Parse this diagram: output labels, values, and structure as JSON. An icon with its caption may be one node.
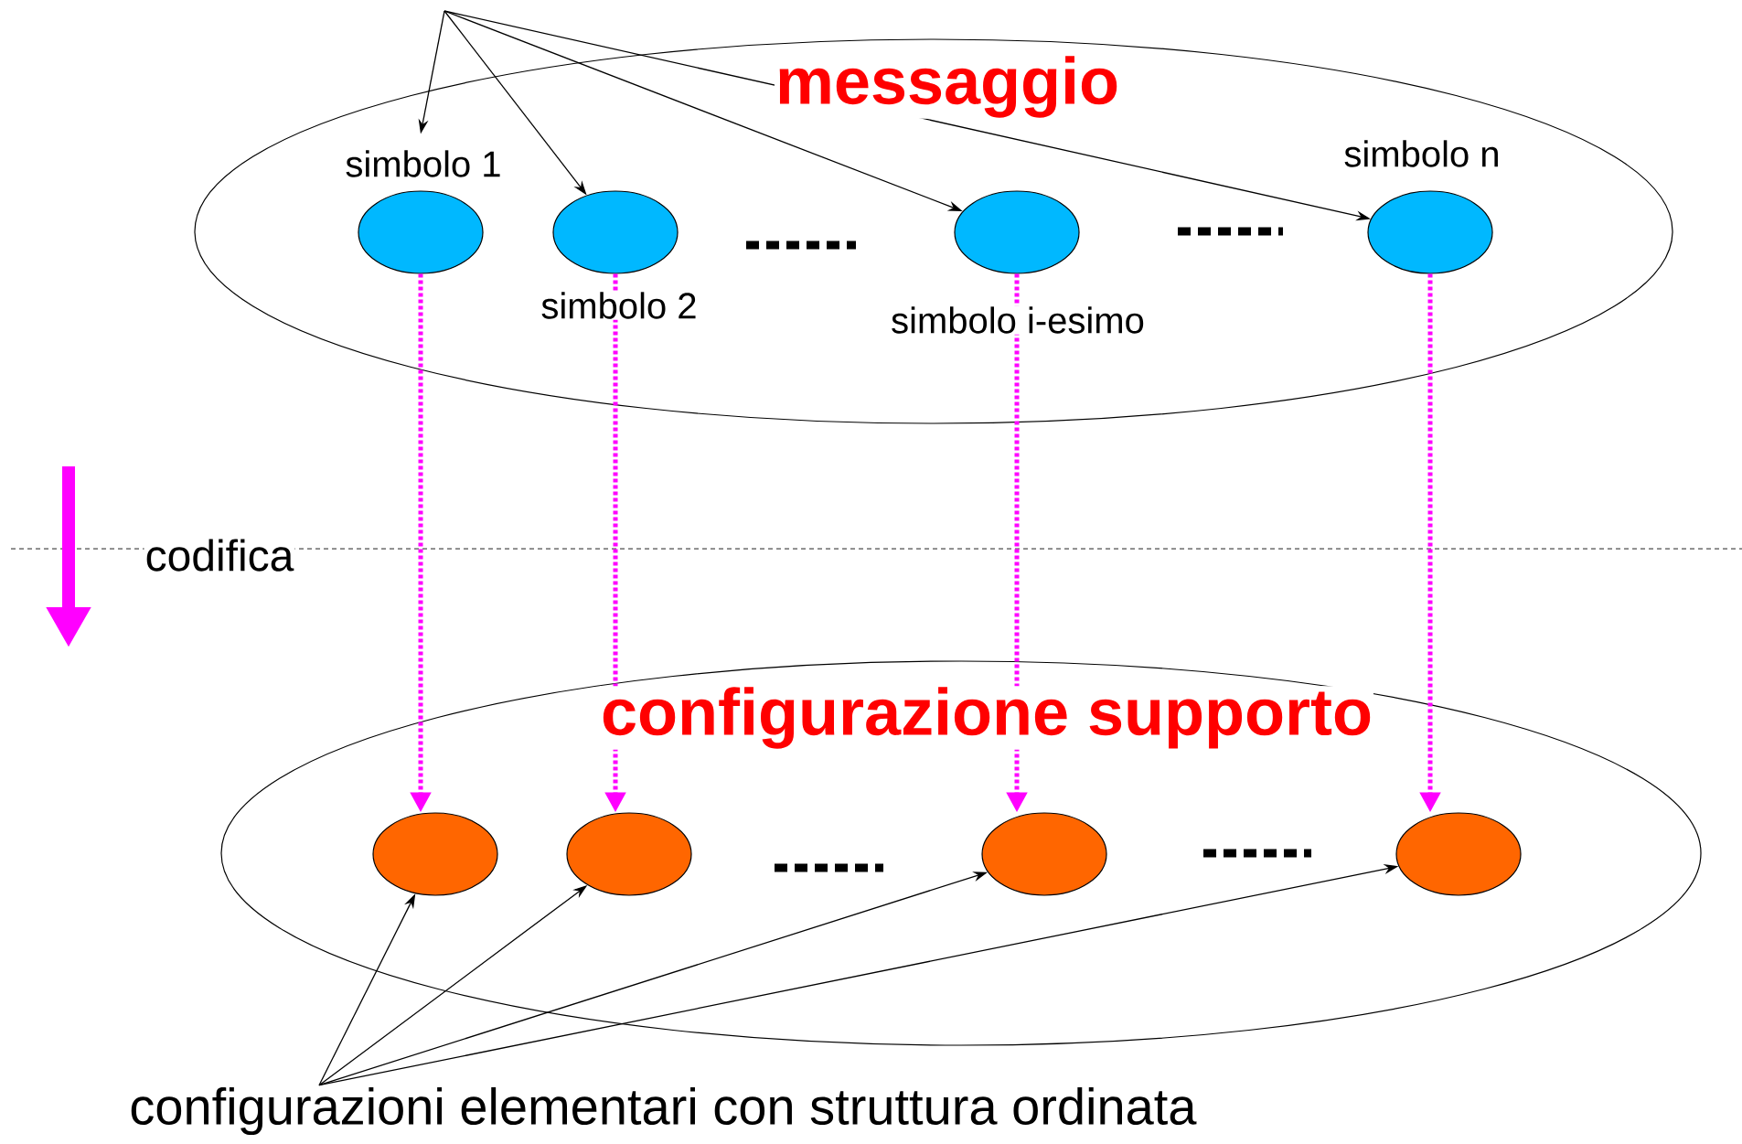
{
  "diagram": {
    "nodes": [
      {
        "text": [
          "messaggio"
        ]
      },
      {
        "text": [],
        "shape": "ellipse",
        "in": 0,
        "beside": [
          "simbolo 1"
        ]
      },
      {
        "text": [],
        "shape": "ellipse",
        "in": 0,
        "beside": [
          "simbolo 2"
        ]
      },
      {
        "text": [],
        "shape": "ellipse",
        "in": 0,
        "beside": [
          "simbolo i-esimo"
        ]
      },
      {
        "text": [],
        "shape": "ellipse",
        "in": 0,
        "beside": [
          "simbolo n"
        ]
      },
      {
        "text": [
          "configurazione supporto"
        ]
      },
      {
        "text": [],
        "shape": "ellipse",
        "in": 5
      },
      {
        "text": [],
        "shape": "ellipse",
        "in": 5
      },
      {
        "text": [],
        "shape": "ellipse",
        "in": 5
      },
      {
        "text": [],
        "shape": "ellipse",
        "in": 5
      },
      {
        "text": [
          "configurazioni elementari con struttura ordinata"
        ]
      }
    ],
    "edges": [
      {
        "from": null,
        "to": 1,
        "arrow": "to"
      },
      {
        "from": null,
        "to": 2,
        "arrow": "to"
      },
      {
        "from": null,
        "to": 3,
        "arrow": "to"
      },
      {
        "from": null,
        "to": 4,
        "arrow": "to"
      },
      {
        "from": 1,
        "to": 6,
        "arrow": "to",
        "style": "dashed",
        "color": "#ff00ff"
      },
      {
        "from": 2,
        "to": 7,
        "arrow": "to",
        "style": "dashed",
        "color": "#ff00ff"
      },
      {
        "from": 3,
        "to": 8,
        "arrow": "to",
        "style": "dashed",
        "color": "#ff00ff"
      },
      {
        "from": 4,
        "to": 9,
        "arrow": "to",
        "style": "dashed",
        "color": "#ff00ff"
      },
      {
        "from": 10,
        "to": 6,
        "arrow": "to"
      },
      {
        "from": 10,
        "to": 7,
        "arrow": "to"
      },
      {
        "from": 10,
        "to": 8,
        "arrow": "to"
      },
      {
        "from": 10,
        "to": 9,
        "arrow": "to"
      }
    ],
    "labels": [
      "codifica"
    ]
  }
}
